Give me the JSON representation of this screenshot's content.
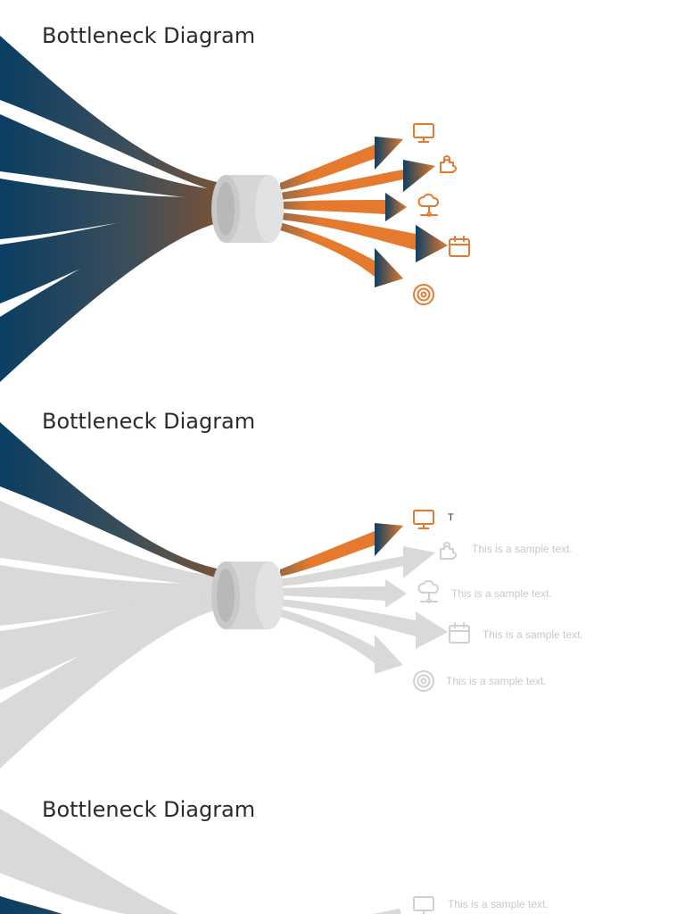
{
  "colors": {
    "navy": "#0e4063",
    "orange": "#e57a2e",
    "gray_flow": "#d9d9d9",
    "ring": "#d4d4d4",
    "faded_text": "#c8c8c8"
  },
  "slides": [
    {
      "title": "Bottleneck Diagram",
      "state": "all-active",
      "icons": [
        {
          "name": "monitor-icon",
          "state": "active"
        },
        {
          "name": "puzzle-icon",
          "state": "active"
        },
        {
          "name": "network-icon",
          "state": "active"
        },
        {
          "name": "calendar-icon",
          "state": "active"
        },
        {
          "name": "target-icon",
          "state": "active"
        }
      ]
    },
    {
      "title": "Bottleneck Diagram",
      "state": "first-highlighted",
      "labels": [
        "T",
        "This is a sample text.",
        "This is a sample text.",
        "This is a sample text.",
        "This is a sample text."
      ]
    },
    {
      "title": "Bottleneck Diagram",
      "labels": [
        "This is a sample text."
      ]
    }
  ]
}
